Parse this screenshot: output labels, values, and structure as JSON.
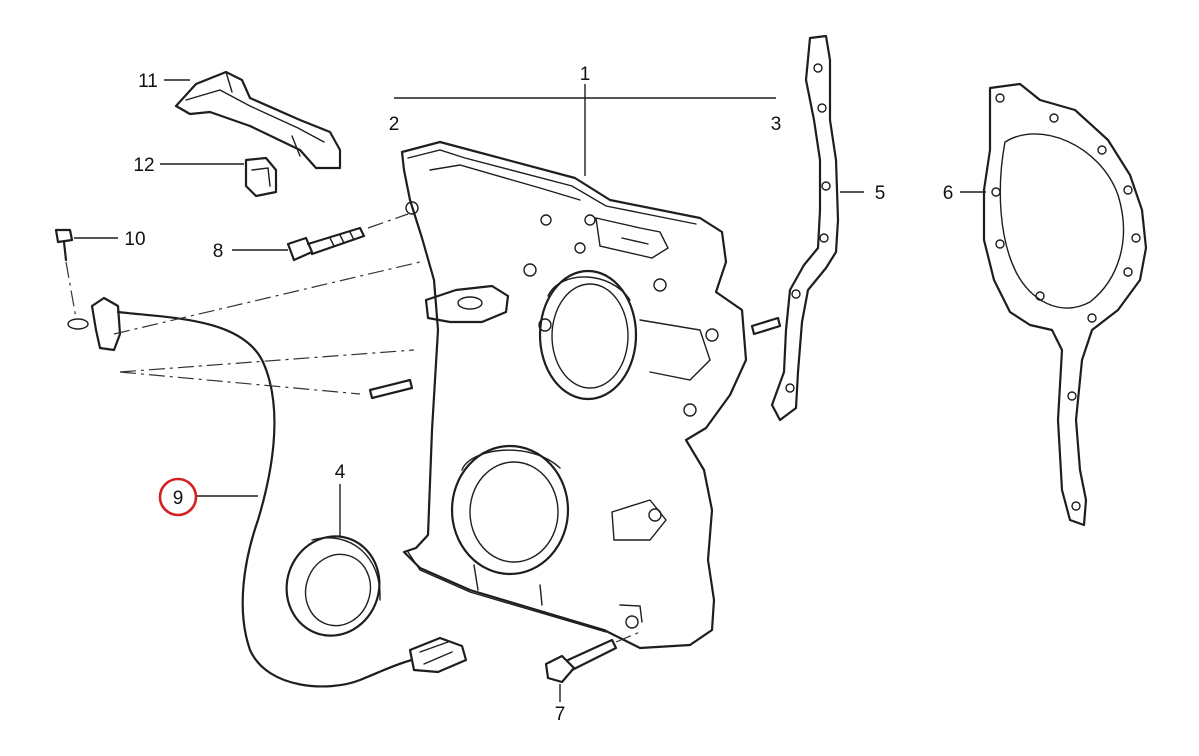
{
  "diagram": {
    "callouts": [
      {
        "id": "c1",
        "label": "1"
      },
      {
        "id": "c2",
        "label": "2"
      },
      {
        "id": "c3",
        "label": "3"
      },
      {
        "id": "c4",
        "label": "4"
      },
      {
        "id": "c5",
        "label": "5"
      },
      {
        "id": "c6",
        "label": "6"
      },
      {
        "id": "c7",
        "label": "7"
      },
      {
        "id": "c8",
        "label": "8"
      },
      {
        "id": "c9",
        "label": "9"
      },
      {
        "id": "c10",
        "label": "10"
      },
      {
        "id": "c11",
        "label": "11"
      },
      {
        "id": "c12",
        "label": "12"
      }
    ],
    "highlighted_callout": "9",
    "highlight_color": "#d42020",
    "line_color": "#1e1e1e"
  }
}
